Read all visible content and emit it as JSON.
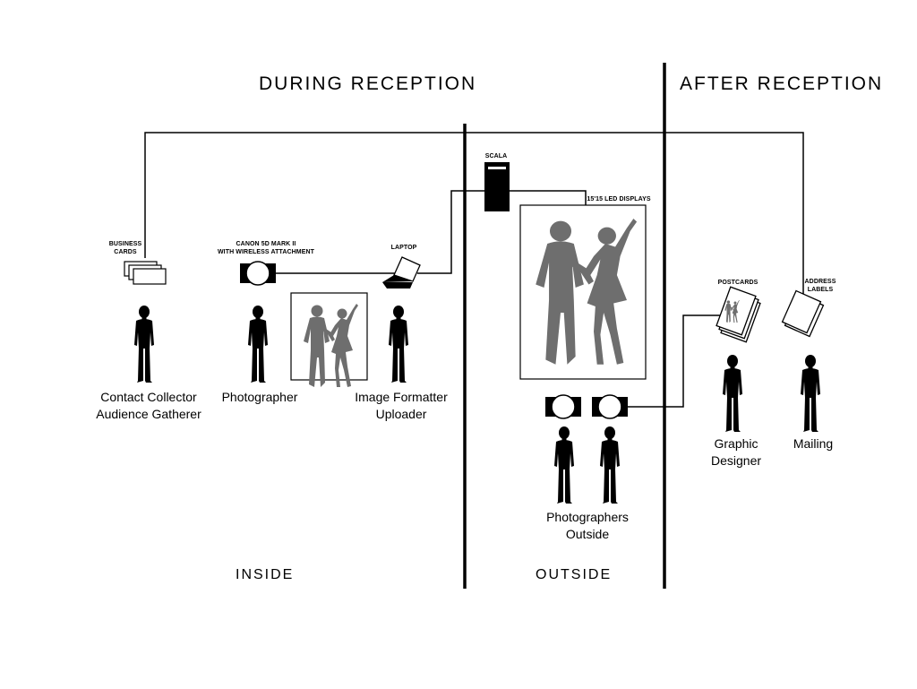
{
  "headers": {
    "during": "DURING RECEPTION",
    "after": "AFTER RECEPTION"
  },
  "zones": {
    "inside": "INSIDE",
    "outside": "OUTSIDE"
  },
  "equipment": {
    "business_cards": [
      "BUSINESS",
      "CARDS"
    ],
    "camera": [
      "CANON 5D MARK II",
      "WITH WIRELESS ATTACHMENT"
    ],
    "laptop": "LAPTOP",
    "scala": "SCALA",
    "led_displays": "15'15 LED DISPLAYS",
    "postcards": "POSTCARDS",
    "address_labels": [
      "ADDRESS",
      "LABELS"
    ]
  },
  "roles": {
    "contact_collector": [
      "Contact Collector",
      "Audience Gatherer"
    ],
    "photographer": "Photographer",
    "image_formatter": [
      "Image Formatter",
      "Uploader"
    ],
    "photographers_outside": [
      "Photographers",
      "Outside"
    ],
    "graphic_designer": [
      "Graphic",
      "Designer"
    ],
    "mailing": "Mailing"
  },
  "colors": {
    "line": "#000000",
    "silhouette": "#000000",
    "photo_silhouette": "#6e6e6e",
    "background": "#ffffff"
  }
}
